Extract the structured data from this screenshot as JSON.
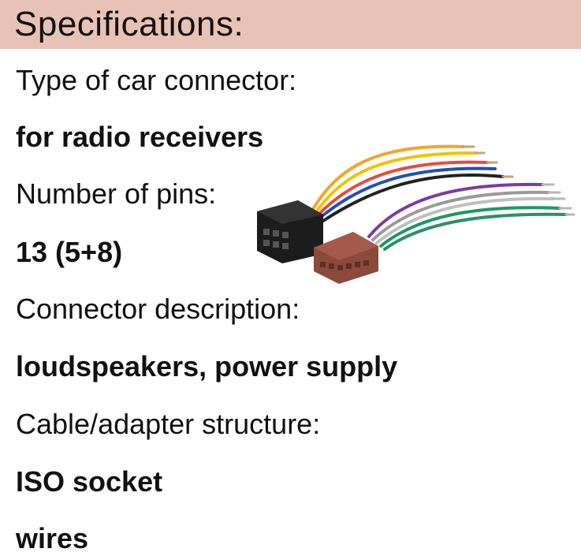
{
  "header": {
    "title": "Specifications:",
    "background_color": "#e8c3b5"
  },
  "specs": [
    {
      "label": "Type of car connector:",
      "values": [
        "for radio receivers"
      ]
    },
    {
      "label": "Number of pins:",
      "values": [
        "13 (5+8)"
      ]
    },
    {
      "label": "Connector description:",
      "values": [
        "loudspeakers, power supply"
      ]
    },
    {
      "label": "Cable/adapter structure:",
      "values": [
        "ISO socket",
        "wires"
      ]
    }
  ],
  "image": {
    "subject": "iso-connector-adapter-with-wires",
    "black_connector_color": "#1c1c1c",
    "brown_connector_color": "#8b4a3c",
    "wire_colors": [
      "#f5a623",
      "#f2c200",
      "#e74c3c",
      "#1f4fbf",
      "#222222",
      "#7a3aa8",
      "#9a9a9a",
      "#1a9b5e",
      "#2d8f6b",
      "#c0c0c0"
    ]
  }
}
